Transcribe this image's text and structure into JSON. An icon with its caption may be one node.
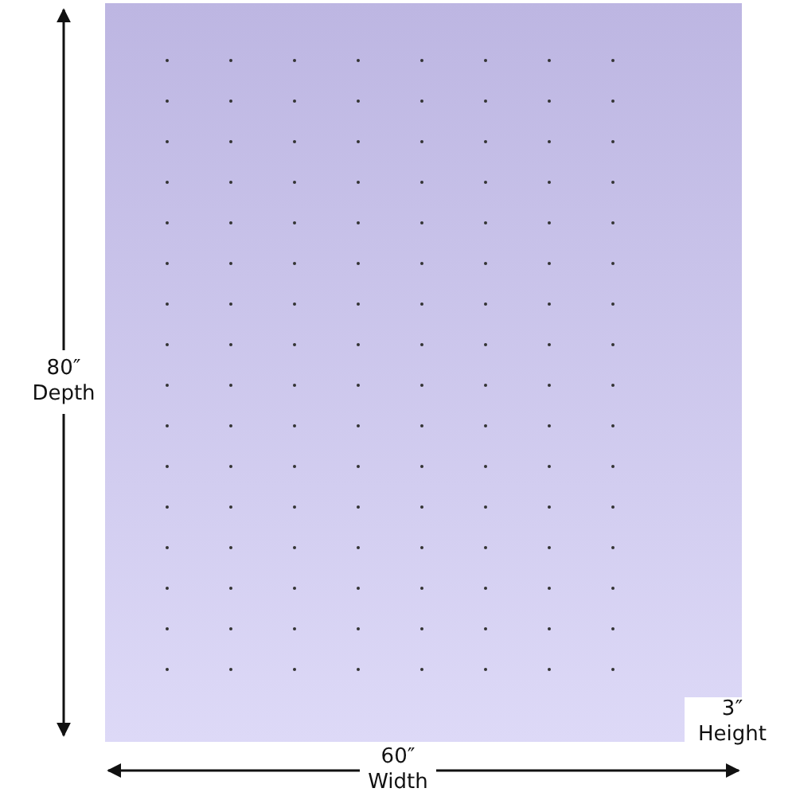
{
  "diagram": {
    "labels": [
      "80″ Depth",
      "60″ Width",
      "3″ Height"
    ]
  }
}
